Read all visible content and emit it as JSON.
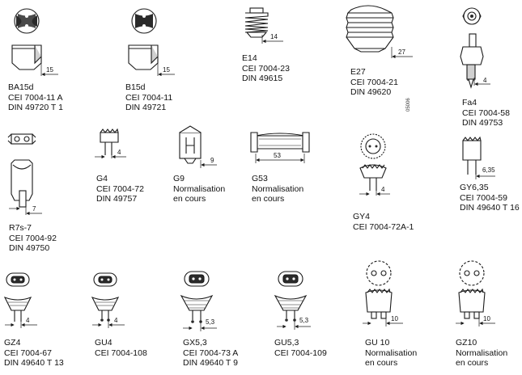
{
  "colors": {
    "stroke": "#1a1a1a",
    "shade": "#d0d0d0",
    "dark": "#2a2a2a",
    "bg": "#ffffff"
  },
  "figure_code": "05006",
  "lamps": [
    {
      "id": "ba15d",
      "icon": "ba15d-base-icon",
      "dim": "15",
      "lines": [
        "BA15d",
        "CEI 7004-11 A",
        "DIN 49720 T 1"
      ]
    },
    {
      "id": "b15d",
      "icon": "b15d-base-icon",
      "dim": "15",
      "lines": [
        "B15d",
        "CEI 7004-11",
        "DIN 49721"
      ]
    },
    {
      "id": "e14",
      "icon": "e14-screw-base-icon",
      "dim": "14",
      "lines": [
        "E14",
        "CEI 7004-23",
        "DIN 49615"
      ]
    },
    {
      "id": "e27",
      "icon": "e27-screw-base-icon",
      "dim": "27",
      "lines": [
        "E27",
        "CEI 7004-21",
        "DIN 49620"
      ]
    },
    {
      "id": "fa4",
      "icon": "fa4-base-icon",
      "dim": "4",
      "lines": [
        "Fa4",
        "CEI 7004-58",
        "DIN 49753"
      ]
    },
    {
      "id": "r7s",
      "icon": "r7s-7-base-icon",
      "dim": "7",
      "lines": [
        "R7s-7",
        "CEI 7004-92",
        "DIN 49750"
      ]
    },
    {
      "id": "g4",
      "icon": "g4-pin-base-icon",
      "dim": "4",
      "lines": [
        "G4",
        "CEI 7004-72",
        "DIN 49757"
      ]
    },
    {
      "id": "g9",
      "icon": "g9-pin-base-icon",
      "dim": "9",
      "lines": [
        "G9",
        "Normalisation",
        "en cours"
      ]
    },
    {
      "id": "g53",
      "icon": "g53-base-icon",
      "dim": "53",
      "lines": [
        "G53",
        "Normalisation",
        "en cours"
      ]
    },
    {
      "id": "gy4",
      "icon": "gy4-base-icon",
      "dim": "4",
      "lines": [
        "GY4",
        "CEI 7004-72A-1"
      ]
    },
    {
      "id": "gy635",
      "icon": "gy6-35-base-icon",
      "dim": "6,35",
      "lines": [
        "GY6,35",
        "CEI 7004-59",
        "DIN 49640 T 16"
      ]
    },
    {
      "id": "gz4",
      "icon": "gz4-reflector-base-icon",
      "dim": "4",
      "lines": [
        "GZ4",
        "CEI 7004-67",
        "DIN 49640 T 13"
      ]
    },
    {
      "id": "gu4",
      "icon": "gu4-reflector-base-icon",
      "dim": "4",
      "lines": [
        "GU4",
        "CEI 7004-108"
      ]
    },
    {
      "id": "gx53",
      "icon": "gx5-3-reflector-base-icon",
      "dim": "5,3",
      "lines": [
        "GX5,3",
        "CEI 7004-73 A",
        "DIN 49640 T 9"
      ]
    },
    {
      "id": "gu53",
      "icon": "gu5-3-reflector-base-icon",
      "dim": "5,3",
      "lines": [
        "GU5,3",
        "CEI 7004-109"
      ]
    },
    {
      "id": "gu10",
      "icon": "gu10-base-icon",
      "dim": "10",
      "lines": [
        "GU 10",
        "Normalisation",
        "en cours"
      ]
    },
    {
      "id": "gz10",
      "icon": "gz10-base-icon",
      "dim": "10",
      "lines": [
        "GZ10",
        "Normalisation",
        "en cours"
      ]
    }
  ]
}
